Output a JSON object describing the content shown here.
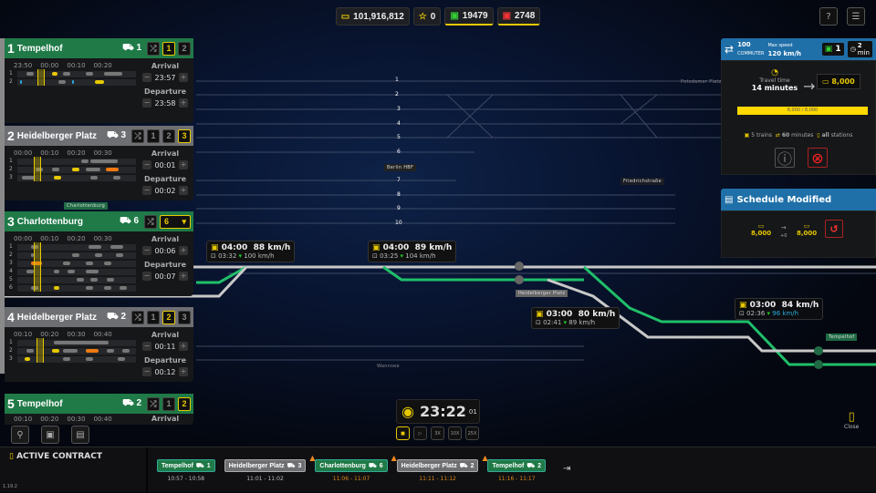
{
  "top": {
    "money": "101,916,812",
    "stars": "0",
    "green_trains": "19479",
    "red_trains": "2748"
  },
  "colors": {
    "accent": "#e6c800",
    "green": "#1f7a47",
    "blue": "#1f6fa8",
    "red": "#d0202a",
    "warn": "#f08a1e"
  },
  "panels": [
    {
      "index": "1",
      "station": "Tempelhof",
      "platform": "1",
      "platforms": [
        "1",
        "2"
      ],
      "selected": "1",
      "ticks": [
        "23:50",
        "00:00",
        "00:10",
        "00:20"
      ],
      "arrival_label": "Arrival",
      "arrival": "23:57",
      "departure_label": "Departure",
      "departure": "23:58",
      "rows": [
        "1",
        "2"
      ],
      "header": "green"
    },
    {
      "index": "2",
      "station": "Heidelberger Platz",
      "platform": "3",
      "platforms": [
        "1",
        "2",
        "3"
      ],
      "selected": "3",
      "ticks": [
        "00:00",
        "00:10",
        "00:20",
        "00:30"
      ],
      "arrival_label": "Arrival",
      "arrival": "00:01",
      "departure_label": "Departure",
      "departure": "00:02",
      "rows": [
        "1",
        "2",
        "3"
      ],
      "header": "gray"
    },
    {
      "index": "3",
      "station": "Charlottenburg",
      "platform": "6",
      "dropdown": "6",
      "ticks": [
        "00:00",
        "00:10",
        "00:20",
        "00:30"
      ],
      "arrival_label": "Arrival",
      "arrival": "00:06",
      "departure_label": "Departure",
      "departure": "00:07",
      "rows": [
        "1",
        "2",
        "3",
        "4",
        "5",
        "6"
      ],
      "header": "green"
    },
    {
      "index": "4",
      "station": "Heidelberger Platz",
      "platform": "2",
      "platforms": [
        "1",
        "2",
        "3"
      ],
      "selected": "2",
      "ticks": [
        "00:10",
        "00:20",
        "00:30",
        "00:40"
      ],
      "arrival_label": "Arrival",
      "arrival": "00:11",
      "departure_label": "Departure",
      "departure": "00:12",
      "rows": [
        "1",
        "2",
        "3"
      ],
      "header": "gray"
    },
    {
      "index": "5",
      "station": "Tempelhof",
      "platform": "2",
      "platforms": [
        "1",
        "2"
      ],
      "selected": "2",
      "ticks": [
        "00:10",
        "00:20",
        "00:30",
        "00:40"
      ],
      "arrival_label": "Arrival",
      "header": "green"
    }
  ],
  "train_info": {
    "count": "100",
    "type": "COMMUTER",
    "max_speed_label": "Max speed",
    "max_speed": "120 km/h",
    "trains": "1",
    "interval_value": "2",
    "interval_unit": "min",
    "travel_time_label": "Travel time",
    "travel_time": "14 minutes",
    "reward": "8,000",
    "progress_text": "8,000 / 8,000",
    "progress": 1.0,
    "req_trains": "5 trains",
    "req_minutes_value": "60",
    "req_minutes_unit": "minutes",
    "req_stations_value": "all",
    "req_stations_unit": "stations"
  },
  "schedule": {
    "title": "Schedule Modified",
    "from": "8,000",
    "delta": "+0",
    "to": "8,000"
  },
  "map": {
    "trains": [
      {
        "time": "04:00",
        "speed": "88 km/h",
        "sub_time": "03:32",
        "sub_speed": "100 km/h"
      },
      {
        "time": "04:00",
        "speed": "89 km/h",
        "sub_time": "03:25",
        "sub_speed": "104 km/h"
      },
      {
        "time": "03:00",
        "speed": "80 km/h",
        "sub_time": "02:41",
        "sub_speed": "89 km/h"
      },
      {
        "time": "03:00",
        "speed": "84 km/h",
        "sub_time": "02:36",
        "sub_speed": "96 km/h"
      }
    ],
    "stations": [
      "Berlin HBF",
      "Potsdamer Platz",
      "Friedrichstraße",
      "Heidelberger Platz",
      "Charlottenburg",
      "Tempelhof",
      "Wannsee"
    ],
    "track_numbers": [
      "1",
      "2",
      "3",
      "4",
      "5",
      "6",
      "7",
      "8",
      "9",
      "10"
    ]
  },
  "clock": {
    "time": "23:22",
    "seconds": "01",
    "speeds": [
      "3X",
      "10X",
      "25X"
    ]
  },
  "close_label": "Close",
  "contract": {
    "title": "ACTIVE CONTRACT",
    "version": "1.19.2",
    "stops": [
      {
        "name": "Tempelhof",
        "platform": "1",
        "time": "10:57 - 10:58",
        "type": "green",
        "warn": false
      },
      {
        "name": "Heidelberger Platz",
        "platform": "3",
        "time": "11:01 - 11:02",
        "type": "gray",
        "warn": false
      },
      {
        "name": "Charlottenburg",
        "platform": "6",
        "time": "11:06 - 11:07",
        "type": "green",
        "warn": true
      },
      {
        "name": "Heidelberger Platz",
        "platform": "2",
        "time": "11:11 - 11:12",
        "type": "gray",
        "warn": true
      },
      {
        "name": "Tempelhof",
        "platform": "2",
        "time": "11:16 - 11:17",
        "type": "green",
        "warn": true
      }
    ]
  }
}
